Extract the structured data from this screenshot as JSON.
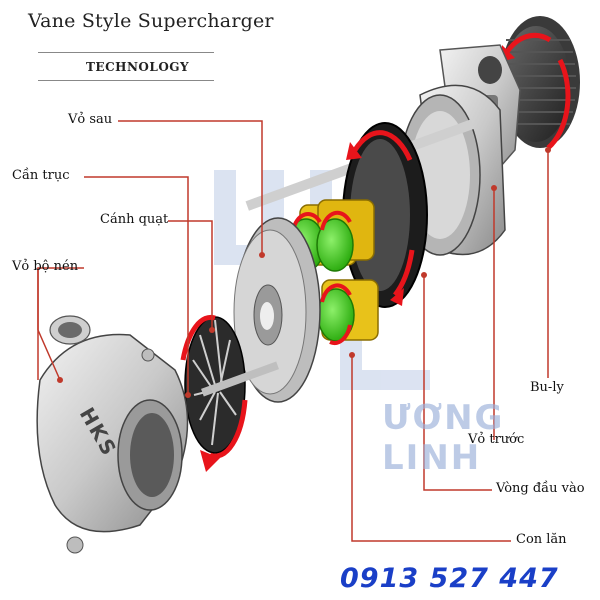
{
  "header": {
    "title": "Vane Style Supercharger",
    "subtitle": "TECHNOLOGY"
  },
  "labels": {
    "vo_sau": "Vỏ sau",
    "can_truc": "Cần trục",
    "canh_quat": "Cánh quạt",
    "vo_bo_nen": "Vỏ bộ nén",
    "bu_ly": "Bu-ly",
    "vo_truoc": "Vỏ trước",
    "vong_dau_vao": "Vòng đầu vào",
    "con_lan": "Con lăn"
  },
  "housing_brand": "HKS",
  "watermark": "ƯƠNG LINH",
  "phone": "0913 527 447",
  "colors": {
    "leader_line": "#c0392b",
    "arrow_red": "#e8141b",
    "roller_yellow": "#e8c21a",
    "roller_green": "#4fd62a",
    "phone_blue": "#1a3fc7"
  }
}
